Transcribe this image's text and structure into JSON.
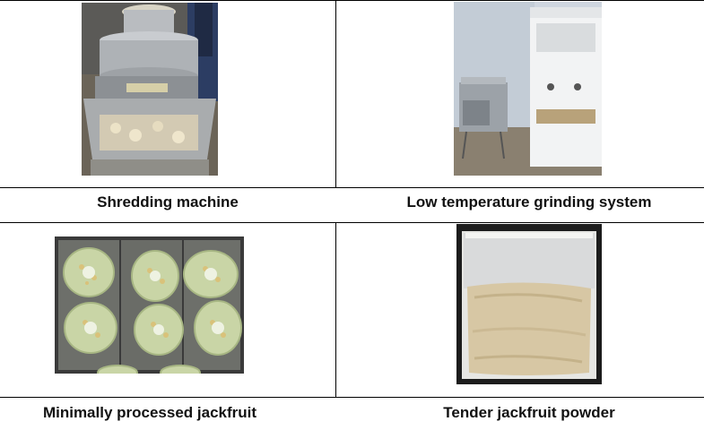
{
  "table": {
    "rows": [
      {
        "cells": [
          {
            "image": "shredding-machine-photo",
            "caption": "Shredding machine"
          },
          {
            "image": "low-temperature-grinding-system-photo",
            "caption": "Low temperature grinding system"
          }
        ]
      },
      {
        "cells": [
          {
            "image": "minimally-processed-jackfruit-photo",
            "caption": "Minimally processed jackfruit"
          },
          {
            "image": "tender-jackfruit-powder-photo",
            "caption": "Tender jackfruit powder"
          }
        ]
      }
    ]
  }
}
